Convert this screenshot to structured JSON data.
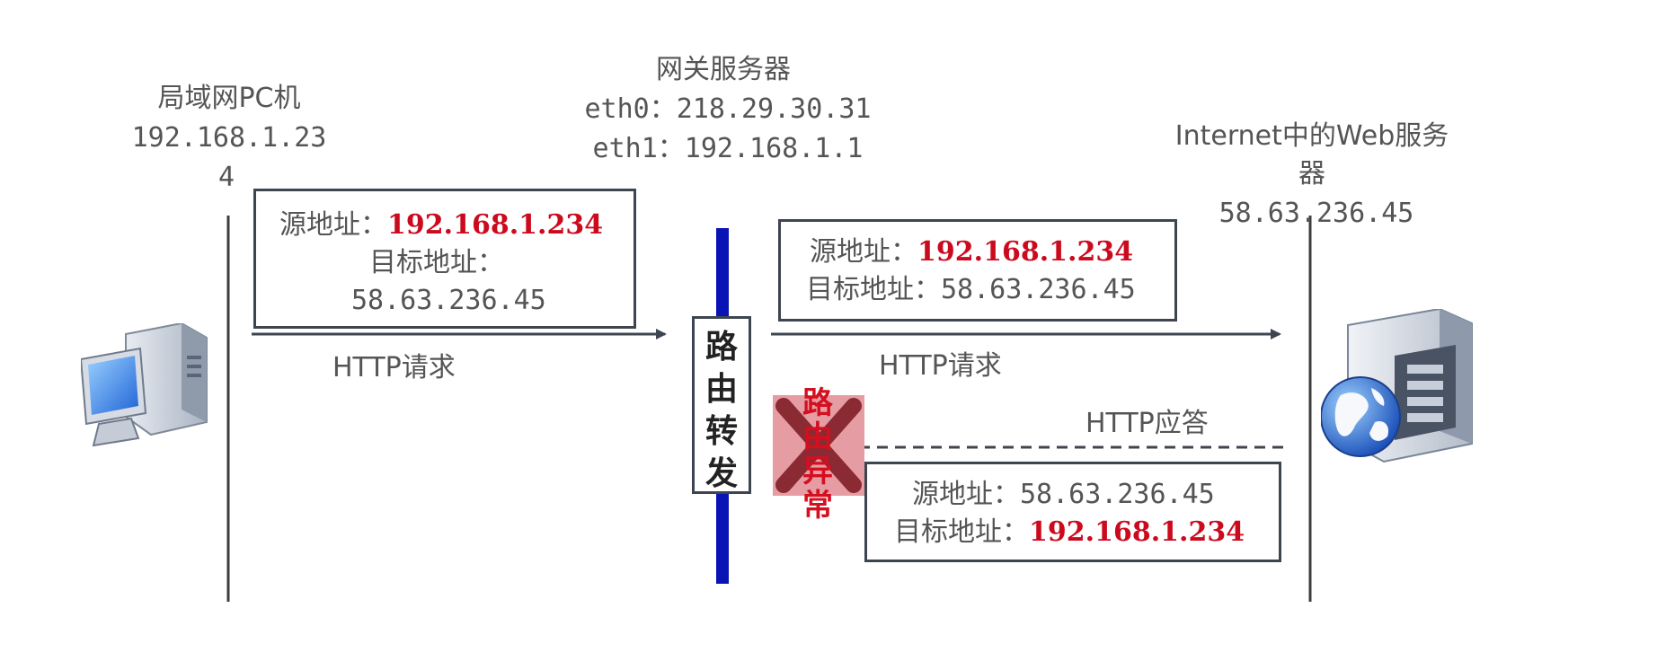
{
  "pc": {
    "name": "局域网PC机",
    "ip_line1": "192.168.1.23",
    "ip_line2": "4",
    "icon": "desktop-computer-icon"
  },
  "gateway": {
    "name": "网关服务器",
    "eth0": "eth0：218.29.30.31",
    "eth1": "eth1：192.168.1.1",
    "router_label": [
      "路",
      "由",
      "转",
      "发"
    ]
  },
  "web_server": {
    "name_line1": "Internet中的Web服务",
    "name_line2": "器",
    "ip": "58.63.236.45",
    "icon": "web-server-globe-icon"
  },
  "packet1": {
    "src_label": "源地址：",
    "src_value": "192.168.1.234",
    "dst_label": "目标地址：",
    "dst_value": "58.63.236.45"
  },
  "packet2": {
    "src_label": "源地址：",
    "src_value": "192.168.1.234",
    "dst_label": "目标地址：",
    "dst_value": "58.63.236.45"
  },
  "packet3": {
    "src_label": "源地址：",
    "src_value": "58.63.236.45",
    "dst_label": "目标地址：",
    "dst_value": "192.168.1.234"
  },
  "arrows": {
    "request_left": "HTTP请求",
    "request_right": "HTTP请求",
    "response": "HTTP应答"
  },
  "routing_failure": {
    "chars": [
      "路",
      "由",
      "异",
      "常"
    ]
  },
  "colors": {
    "highlight_red": "#cc0a1e",
    "router_bar_blue": "#0a14b4",
    "failure_pink": "#e59da3",
    "failure_x": "#8a2a32"
  }
}
